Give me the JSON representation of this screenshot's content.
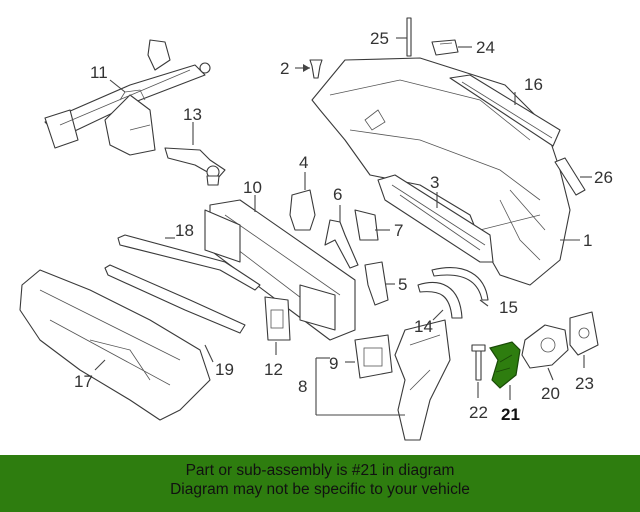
{
  "diagram": {
    "callouts": {
      "c1": "1",
      "c2": "2",
      "c3": "3",
      "c4": "4",
      "c5": "5",
      "c6": "6",
      "c7": "7",
      "c8": "8",
      "c9": "9",
      "c10": "10",
      "c11": "11",
      "c12": "12",
      "c13": "13",
      "c14": "14",
      "c15": "15",
      "c16": "16",
      "c17": "17",
      "c18": "18",
      "c19": "19",
      "c20": "20",
      "c21": "21",
      "c22": "22",
      "c23": "23",
      "c24": "24",
      "c25": "25",
      "c26": "26"
    },
    "highlighted_part": "21",
    "highlight_color": "#2e7d0f"
  },
  "banner": {
    "line1": "Part or sub-assembly is #21 in diagram",
    "line2": "Diagram may not be specific to your vehicle",
    "background": "#2e7d0f"
  }
}
